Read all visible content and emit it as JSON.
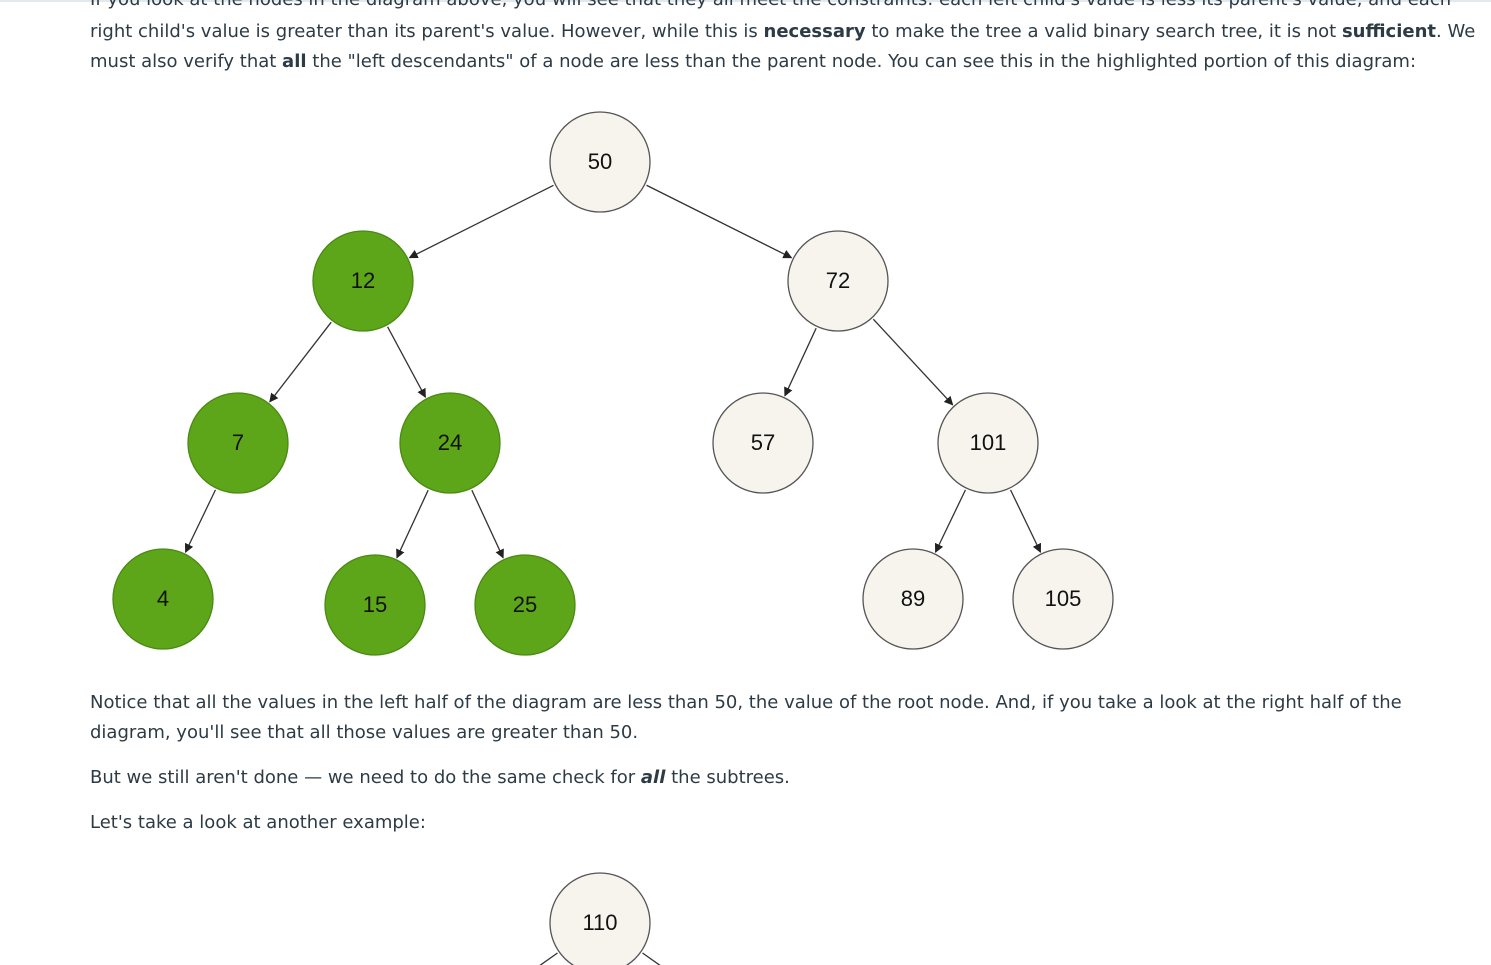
{
  "intro": {
    "cut_line": "If you look at the nodes in the diagram above, you will see that they all meet the constraints: each left child's value is less its parent's value, and each",
    "line1_a": "right child's value is greater than its parent's value. However, while this is ",
    "line1_b": "necessary",
    "line1_c": " to make the tree a valid binary search tree, it is not ",
    "line1_d": "sufficient",
    "line1_e": ". We",
    "line2_a": "must also verify that ",
    "line2_b": "all",
    "line2_c": " the \"left descendants\" of a node are less than the parent node. You can see this in the highlighted portion of this diagram:"
  },
  "diagram1": {
    "highlight_color": "#5ea619",
    "highlight_stroke": "#4a8a12",
    "plain_color": "#f7f4ee",
    "plain_stroke": "#555555",
    "nodes": [
      {
        "id": "n50",
        "label": "50",
        "highlighted": false
      },
      {
        "id": "n12",
        "label": "12",
        "highlighted": true
      },
      {
        "id": "n72",
        "label": "72",
        "highlighted": false
      },
      {
        "id": "n7",
        "label": "7",
        "highlighted": true
      },
      {
        "id": "n24",
        "label": "24",
        "highlighted": true
      },
      {
        "id": "n57",
        "label": "57",
        "highlighted": false
      },
      {
        "id": "n101",
        "label": "101",
        "highlighted": false
      },
      {
        "id": "n4",
        "label": "4",
        "highlighted": true
      },
      {
        "id": "n15",
        "label": "15",
        "highlighted": true
      },
      {
        "id": "n25",
        "label": "25",
        "highlighted": true
      },
      {
        "id": "n89",
        "label": "89",
        "highlighted": false
      },
      {
        "id": "n105",
        "label": "105",
        "highlighted": false
      }
    ],
    "edges": [
      [
        "n50",
        "n12"
      ],
      [
        "n50",
        "n72"
      ],
      [
        "n12",
        "n7"
      ],
      [
        "n12",
        "n24"
      ],
      [
        "n72",
        "n57"
      ],
      [
        "n72",
        "n101"
      ],
      [
        "n7",
        "n4"
      ],
      [
        "n24",
        "n15"
      ],
      [
        "n24",
        "n25"
      ],
      [
        "n101",
        "n89"
      ],
      [
        "n101",
        "n105"
      ]
    ]
  },
  "notice": {
    "line1": "Notice that all the values in the left half of the diagram are less than 50, the value of the root node. And, if you take a look at the right half of the",
    "line2": "diagram, you'll see that all those values are greater than 50."
  },
  "still": {
    "a": "But we still aren't done — we need to do the same check for ",
    "b": "all",
    "c": " the subtrees."
  },
  "another": "Let's take a look at another example:",
  "diagram2": {
    "nodes": [
      {
        "id": "m110",
        "label": "110",
        "highlighted": false
      }
    ]
  }
}
